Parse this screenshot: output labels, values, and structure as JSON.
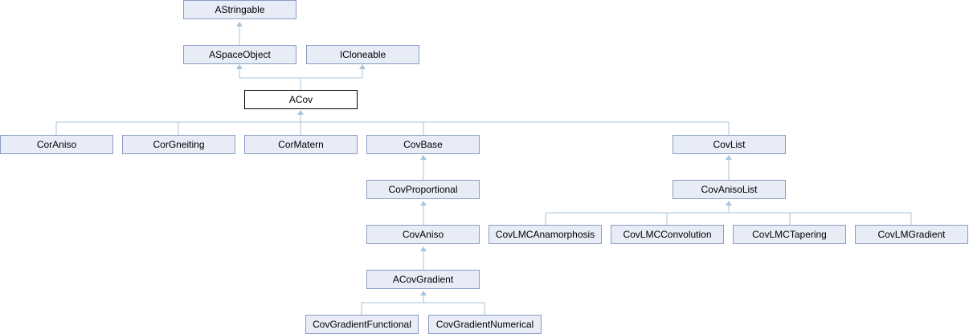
{
  "nodes": {
    "astringable": "AStringable",
    "aspaceobject": "ASpaceObject",
    "icloneable": "ICloneable",
    "acov": "ACov",
    "coraniso": "CorAniso",
    "corgneiting": "CorGneiting",
    "cormatern": "CorMatern",
    "covbase": "CovBase",
    "covlist": "CovList",
    "covproportional": "CovProportional",
    "covanisolist": "CovAnisoList",
    "covaniso": "CovAniso",
    "covlmcanamorphosis": "CovLMCAnamorphosis",
    "covlmcconvolution": "CovLMCConvolution",
    "covlmctapering": "CovLMCTapering",
    "covlmgradient": "CovLMGradient",
    "acovgradient": "ACovGradient",
    "covgradientfunctional": "CovGradientFunctional",
    "covgradientnumerical": "CovGradientNumerical"
  },
  "colors": {
    "node_fill": "#e8ecf7",
    "node_border": "#8a9bc4",
    "current_fill": "#ffffff",
    "current_border": "#000000",
    "edge": "#a8c4dc"
  }
}
